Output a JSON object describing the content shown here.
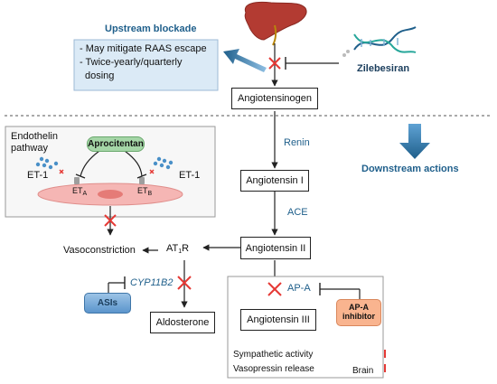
{
  "upstream": {
    "title": "Upstream blockade",
    "bullets": [
      "- May mitigate RAAS escape",
      "- Twice-yearly/quarterly",
      "dosing"
    ]
  },
  "zilebesiran": "Zilebesiran",
  "downstream": "Downstream actions",
  "endothelin": {
    "title_line1": "Endothelin",
    "title_line2": "pathway",
    "drug": "Aprocitentan",
    "et1_left": "ET-1",
    "et1_right": "ET-1",
    "eta": "ET",
    "eta_sub": "A",
    "etb": "ET",
    "etb_sub": "B"
  },
  "nodes": {
    "angiotensinogen": "Angiotensinogen",
    "renin": "Renin",
    "ang1": "Angiotensin I",
    "ace": "ACE",
    "ang2": "Angiotensin II",
    "at1r": "AT",
    "at1r_sub": "1",
    "at1r_tail": "R",
    "vasoconstriction": "Vasoconstriction",
    "cyp11b2": "CYP11B2",
    "asis": "ASIs",
    "aldosterone": "Aldosterone",
    "apa": "AP-A",
    "apa_inhibitor_l1": "AP-A",
    "apa_inhibitor_l2": "inhibitor",
    "ang3": "Angiotensin III"
  },
  "brain": {
    "label": "Brain",
    "sympathetic": "Sympathetic activity",
    "vasopressin": "Vasopressin release"
  },
  "colors": {
    "accent_blue": "#1f5f8b",
    "inhibit_red": "#e53935",
    "drug_green": "#a5d6a7",
    "asi_blue": "#6fa8dc",
    "apa_orange": "#f9b48f",
    "liver": "#b33b32",
    "upstream_box": "#dbeaf6"
  },
  "icons": [
    "liver-icon",
    "dna-icon",
    "inhibition-x-icon",
    "endothelial-cell-icon",
    "increase-marker-icon"
  ]
}
